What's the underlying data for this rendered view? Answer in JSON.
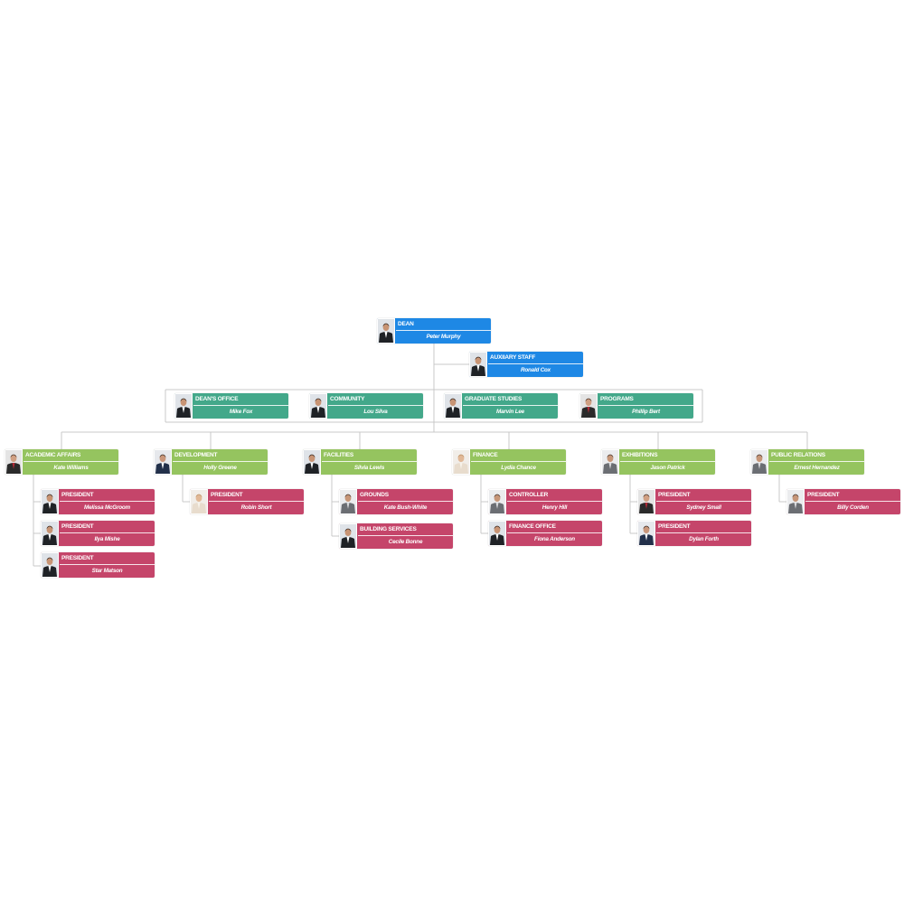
{
  "colors": {
    "blue": "#1e88e5",
    "teal": "#43a88a",
    "green": "#95c45f",
    "red": "#c5456a",
    "connector": "#c8c8c8"
  },
  "nodes": [
    {
      "id": "dean",
      "title": "DEAN",
      "name": "Peter Murphy",
      "color": "blue",
      "photo": "suit-dark"
    },
    {
      "id": "aux",
      "title": "AUXIIARY STAFF",
      "name": "Ronald Cox",
      "color": "blue",
      "photo": "suit-dark"
    },
    {
      "id": "deans_office",
      "title": "DEAN'S OFFICE",
      "name": "Mike Fox",
      "color": "teal",
      "photo": "suit-dark"
    },
    {
      "id": "community",
      "title": "COMMUNITY",
      "name": "Lou Silva",
      "color": "teal",
      "photo": "suit-dark"
    },
    {
      "id": "grad",
      "title": "GRADUATE STUDIES",
      "name": "Marvin Lee",
      "color": "teal",
      "photo": "suit-dark"
    },
    {
      "id": "programs",
      "title": "PROGRAMS",
      "name": "Phillip Bert",
      "color": "teal",
      "photo": "suit-red"
    },
    {
      "id": "academic",
      "title": "ACADEMIC AFFAIRS",
      "name": "Kate Williams",
      "color": "green",
      "photo": "suit-red"
    },
    {
      "id": "development",
      "title": "DEVELOPMENT",
      "name": "Holly Greene",
      "color": "green",
      "photo": "suit-navy"
    },
    {
      "id": "facilities",
      "title": "FACILITIES",
      "name": "Silvia Lewis",
      "color": "green",
      "photo": "suit-dark"
    },
    {
      "id": "finance",
      "title": "FINANCE",
      "name": "Lydia Chance",
      "color": "green",
      "photo": "light"
    },
    {
      "id": "exhibitions",
      "title": "EXHIBITIONS",
      "name": "Jason Patrick",
      "color": "green",
      "photo": "grey"
    },
    {
      "id": "pr",
      "title": "PUBLIC RELATIONS",
      "name": "Ernest Hernandez",
      "color": "green",
      "photo": "grey"
    },
    {
      "id": "aa_p1",
      "title": "PRESIDENT",
      "name": "Melissa McGroom",
      "color": "red",
      "photo": "suit-dark"
    },
    {
      "id": "aa_p2",
      "title": "PRESIDENT",
      "name": "Ilya Mishe",
      "color": "red",
      "photo": "suit-dark"
    },
    {
      "id": "aa_p3",
      "title": "PRESIDENT",
      "name": "Star Matson",
      "color": "red",
      "photo": "suit-dark"
    },
    {
      "id": "dev_p1",
      "title": "PRESIDENT",
      "name": "Robin Short",
      "color": "red",
      "photo": "light"
    },
    {
      "id": "fac_grounds",
      "title": "GROUNDS",
      "name": "Kate Bush-White",
      "color": "red",
      "photo": "grey"
    },
    {
      "id": "fac_building",
      "title": "BUILDING SERVICES",
      "name": "Cecile Bonne",
      "color": "red",
      "photo": "suit-dark"
    },
    {
      "id": "fin_controller",
      "title": "CONTROLLER",
      "name": "Henry Hill",
      "color": "red",
      "photo": "grey"
    },
    {
      "id": "fin_office",
      "title": "FINANCE OFFICE",
      "name": "Fiona Anderson",
      "color": "red",
      "photo": "suit-dark"
    },
    {
      "id": "ex_p1",
      "title": "PRESIDENT",
      "name": "Sydney Small",
      "color": "red",
      "photo": "suit-red"
    },
    {
      "id": "ex_p2",
      "title": "PRESIDENT",
      "name": "Dylan Forth",
      "color": "red",
      "photo": "suit-navy"
    },
    {
      "id": "pr_p1",
      "title": "PRESIDENT",
      "name": "Billy Corden",
      "color": "red",
      "photo": "grey"
    }
  ]
}
